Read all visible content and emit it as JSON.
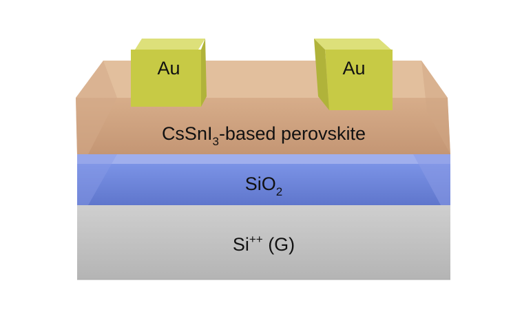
{
  "diagram": {
    "electrodes": [
      {
        "label": "Au"
      },
      {
        "label": "Au"
      }
    ],
    "layers": {
      "perovskite": {
        "label_prefix": "CsSnI",
        "label_sub": "3",
        "label_suffix": "-based perovskite"
      },
      "oxide": {
        "label_base": "SiO",
        "label_sub": "2"
      },
      "substrate": {
        "label_base": "Si",
        "label_sup": "++",
        "label_suffix": " (G)"
      }
    },
    "colors": {
      "perovskite_front": "#cfa27f",
      "perovskite_top": "#e3bf9c",
      "perovskite_side": "#c9a07e",
      "oxide_front": "#6f88dc",
      "oxide_top": "#9aa8ec",
      "oxide_side": "#8594e0",
      "substrate_front": "#c3c3c3",
      "substrate_side": "#d2d2d2",
      "electrode_front": "#c8cb47",
      "electrode_top": "#dfe27a",
      "electrode_side": "#b2b43a"
    }
  }
}
